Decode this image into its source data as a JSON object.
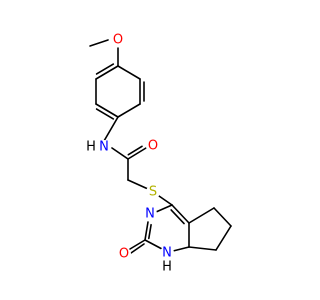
{
  "molecule": {
    "labels": {
      "methoxy_oxygen": "O",
      "amide_nitrogen": "N",
      "amide_hydrogen": "H",
      "carbonyl_oxygen": "O",
      "thioether_sulfur": "S",
      "ring_nitrogen": "N",
      "oxo_oxygen": "O",
      "ring_nh": "H",
      "ring_nh_nitrogen": "N"
    },
    "colors": {
      "bond": "#000000",
      "oxygen": "#ff0000",
      "nitrogen": "#0000ff",
      "sulfur": "#b2b200",
      "hydrogen": "#000000"
    }
  }
}
